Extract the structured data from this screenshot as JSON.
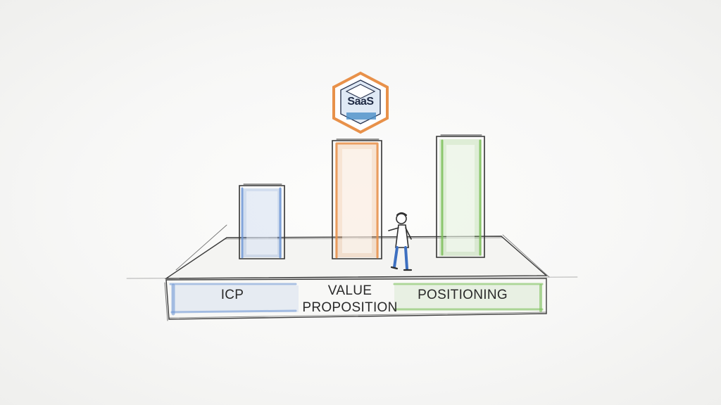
{
  "diagram": {
    "pillars": [
      {
        "label": "ICP",
        "color": "#6a94d4"
      },
      {
        "label_line1": "VALUE",
        "label_line2": "PROPOSITION",
        "color": "#e8914a"
      },
      {
        "label": "POSITIONING",
        "color": "#7cbf5a"
      }
    ],
    "logo": {
      "text": "SaaS",
      "border_color": "#e8914a",
      "fill_color": "#4a8fc8"
    },
    "colors": {
      "ink": "#2f2f2f",
      "blue": "#6a94d4",
      "orange": "#e8914a",
      "green": "#7cbf5a"
    },
    "figure_icon": "person-pointing-icon"
  }
}
